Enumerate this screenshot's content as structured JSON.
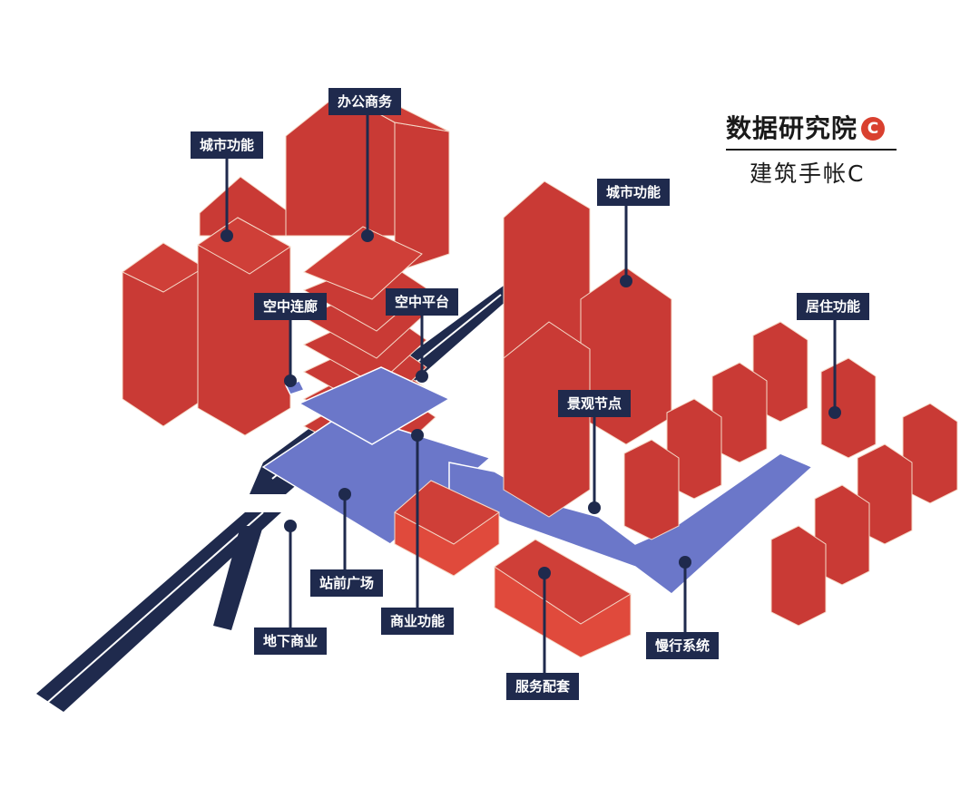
{
  "brand": {
    "title": "数据研究院",
    "mark": "C",
    "subtitle": "建筑手帐C"
  },
  "labels": {
    "office": "办公商务",
    "city_left": "城市功能",
    "city_right": "城市功能",
    "sky_corridor": "空中连廊",
    "sky_platform": "空中平台",
    "residential": "居住功能",
    "landscape_node": "景观节点",
    "station_plaza": "站前广场",
    "commercial": "商业功能",
    "underground": "地下商业",
    "slow_traffic": "慢行系统",
    "service": "服务配套"
  },
  "colors": {
    "red_front": "#c93a35",
    "red_side": "#e04a3c",
    "red_top": "#cf3f38",
    "blue": "#6b77c9",
    "navy": "#1f2a4d"
  }
}
